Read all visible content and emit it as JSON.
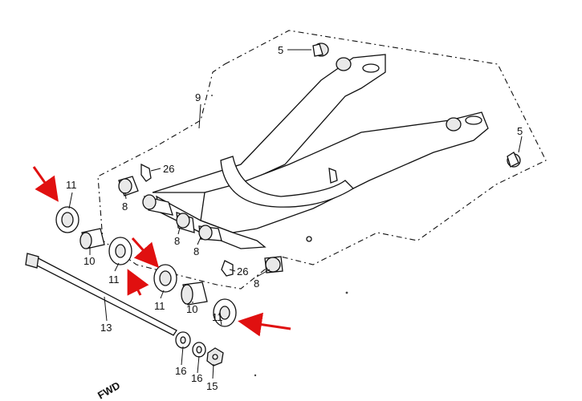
{
  "callouts": {
    "c5a": "5",
    "c5b": "5",
    "c9": "9",
    "c26a": "26",
    "c26b": "26",
    "c8a": "8",
    "c8b": "8",
    "c8c": "8",
    "c8d": "8",
    "c11a": "11",
    "c11b": "11",
    "c11c": "11",
    "c11d": "11",
    "c10a": "10",
    "c10b": "10",
    "c13": "13",
    "c16a": "16",
    "c16b": "16",
    "c15": "15",
    "fwd": "FWD"
  },
  "colors": {
    "arrow": "#e01010",
    "ink": "#111111"
  }
}
